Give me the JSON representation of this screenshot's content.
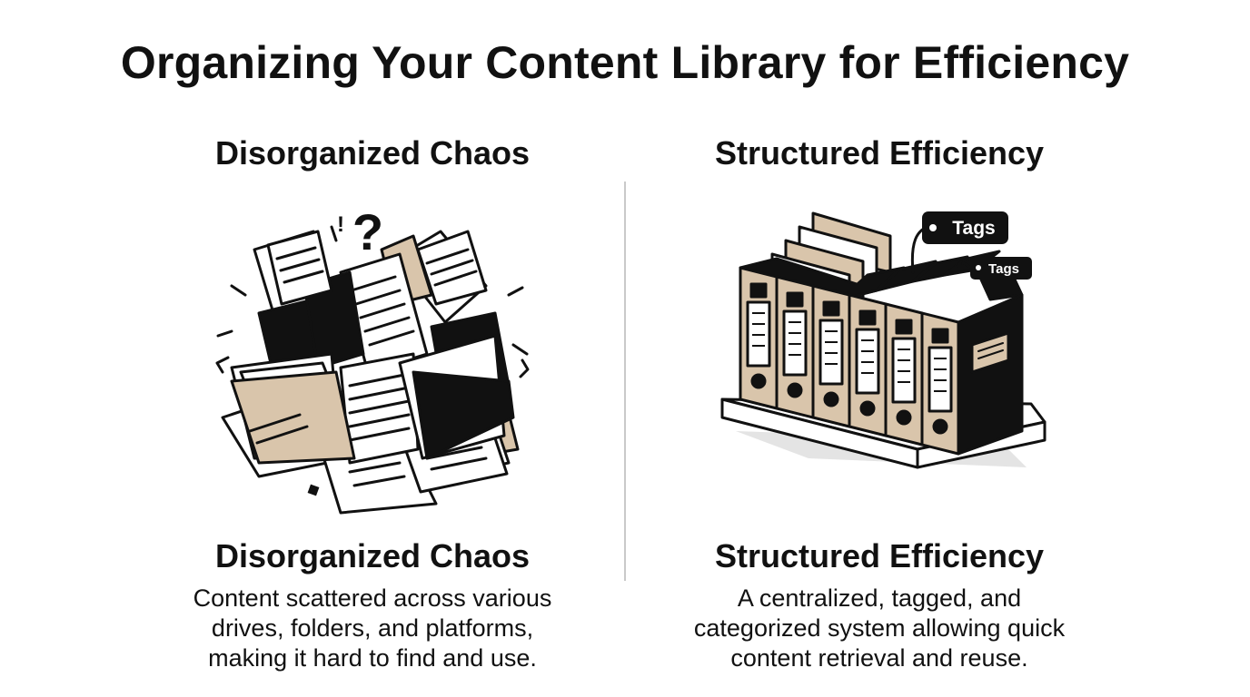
{
  "title": "Organizing Your Content Library for Efficiency",
  "colors": {
    "ink": "#111111",
    "paper": "#ffffff",
    "folder_tan": "#d9c5ab",
    "divider": "#c9c9c9"
  },
  "panels": {
    "left": {
      "heading_top": "Disorganized Chaos",
      "heading_bottom": "Disorganized Chaos",
      "description_lines": [
        "Content scattered across various",
        "drives, folders, and platforms,",
        "making it hard to find and use."
      ],
      "icon": "chaos-pile-icon"
    },
    "right": {
      "heading_top": "Structured Efficiency",
      "heading_bottom": "Structured Efficiency",
      "description_lines": [
        "A centralized, tagged, and",
        "categorized system allowing quick",
        "content retrieval and reuse."
      ],
      "icon": "binder-shelf-icon",
      "tag_labels": [
        "Tags",
        "Tags"
      ]
    }
  }
}
